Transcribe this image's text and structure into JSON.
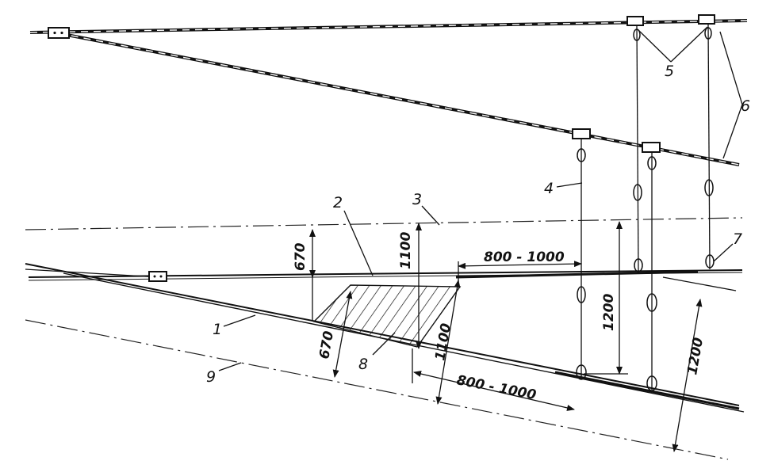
{
  "labels": {
    "l1": "1",
    "l2": "2",
    "l3": "3",
    "l4": "4",
    "l5": "5",
    "l6": "6",
    "l7": "7",
    "l8": "8",
    "l9": "9"
  },
  "dimensions": {
    "d670_upper": "670",
    "d670_lower": "670",
    "d1100_upper": "1100",
    "d1100_lower": "1100",
    "d800_upper": "800 - 1000",
    "d800_lower": "800 - 1000",
    "d1200_vertical": "1200",
    "d1200_slanted": "1200"
  },
  "colors": {
    "ink": "#111111",
    "paper": "#ffffff"
  }
}
